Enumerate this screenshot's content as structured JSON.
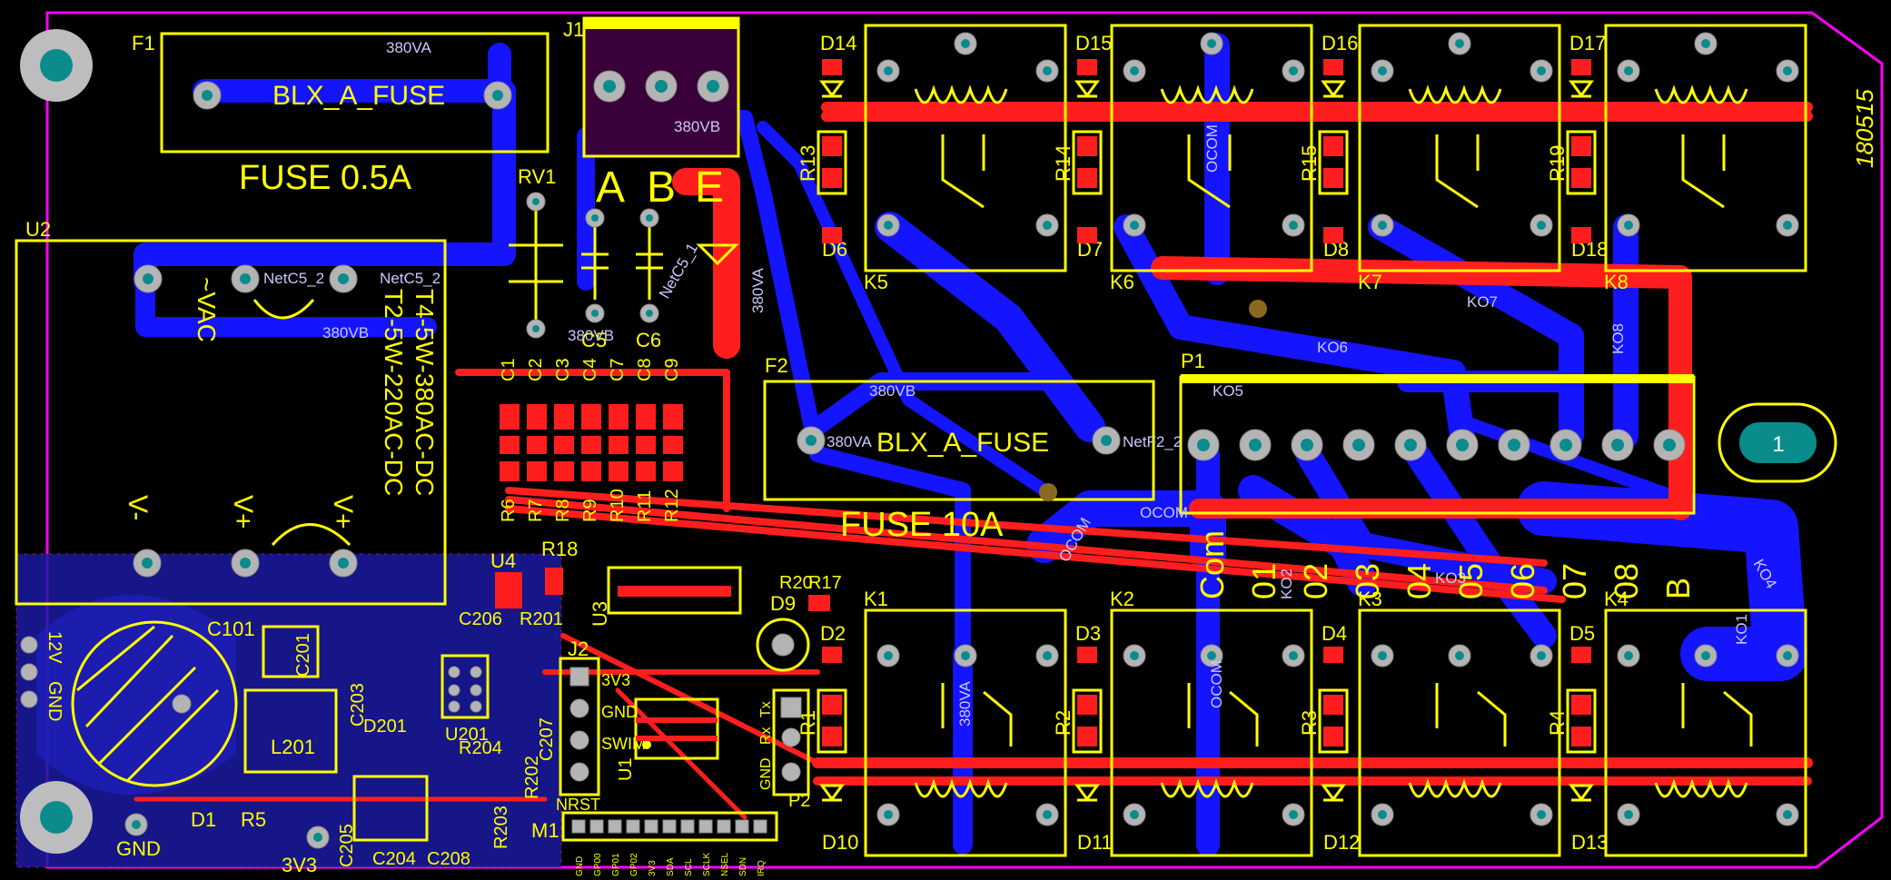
{
  "board": {
    "date_code": "180515",
    "colors": {
      "background": "#000000",
      "outline": "#ff00ff",
      "top_copper": "#ff1e1e",
      "bottom_copper": "#1414ff",
      "silkscreen": "#ffff00",
      "pad": "#b4b4b4",
      "via_center": "#0a8c8c"
    }
  },
  "fuses": {
    "f1": {
      "ref": "F1",
      "part": "BLX_A_FUSE",
      "rating": "FUSE 0.5A"
    },
    "f2": {
      "ref": "F2",
      "part": "BLX_A_FUSE",
      "rating": "FUSE 10A"
    }
  },
  "connectors": {
    "j1": {
      "ref": "J1",
      "labels": [
        "A",
        "B",
        "E"
      ]
    },
    "j2": {
      "ref": "J2",
      "pins": [
        "3V3",
        "GND",
        "SWIM",
        "NRST"
      ]
    },
    "p1": {
      "ref": "P1",
      "labels": [
        "Com",
        "01",
        "02",
        "03",
        "04",
        "05",
        "06",
        "07",
        "08",
        "B"
      ]
    },
    "p2": {
      "ref": "P2",
      "labels": [
        "GND",
        "Rx",
        "Tx"
      ]
    },
    "m1": {
      "ref": "M1",
      "pins": [
        "GND",
        "GP00",
        "GP01",
        "GP02",
        "3V3",
        "SDA",
        "SCL",
        "SCLK",
        "NSEL",
        "SDN",
        "IRQ"
      ]
    },
    "pwr": {
      "labels": [
        "12V",
        "GND"
      ],
      "gnd": "GND",
      "v33": "3V3"
    }
  },
  "supply": {
    "ref": "U2",
    "ac": "~VAC",
    "spec1": "T4-5W-380AC-DC",
    "spec2": "T2-5W-220AC-DC",
    "pins": [
      "V-",
      "V+",
      "V+"
    ]
  },
  "relays": [
    {
      "ref": "K1"
    },
    {
      "ref": "K2"
    },
    {
      "ref": "K3"
    },
    {
      "ref": "K4"
    },
    {
      "ref": "K5"
    },
    {
      "ref": "K6"
    },
    {
      "ref": "K7"
    },
    {
      "ref": "K8"
    }
  ],
  "diodes": [
    "D14",
    "D15",
    "D16",
    "D17",
    "D6",
    "D7",
    "D8",
    "D18",
    "D2",
    "D3",
    "D4",
    "D5",
    "D10",
    "D11",
    "D12",
    "D13",
    "D9",
    "D1",
    "D201"
  ],
  "resistors": {
    "top": [
      "R13",
      "R14",
      "R15",
      "R19"
    ],
    "bottom": [
      "R1",
      "R2",
      "R3",
      "R4"
    ],
    "array": [
      "R6",
      "R7",
      "R8",
      "R9",
      "R10",
      "R11",
      "R12"
    ],
    "misc": [
      "R18",
      "R201",
      "R202",
      "R203",
      "R204",
      "R5",
      "R17",
      "R20"
    ]
  },
  "capacitors": {
    "array": [
      "C1",
      "C2",
      "C3",
      "C4",
      "C7",
      "C8",
      "C9"
    ],
    "misc": [
      "C5",
      "C6",
      "C101",
      "C201",
      "C203",
      "C206",
      "C207",
      "C205",
      "C204",
      "C208"
    ]
  },
  "ics": [
    "U3",
    "U4",
    "U201",
    "U1",
    "RV1",
    "L201"
  ],
  "nets": [
    "380VA",
    "380VB",
    "NetC5_2",
    "NetC5_1",
    "NetF2_2",
    "OCOM",
    "KO1",
    "KO2",
    "KO3",
    "KO4",
    "KO5",
    "KO6",
    "KO7",
    "KO8",
    "12V"
  ],
  "mount": {
    "label": "1"
  }
}
